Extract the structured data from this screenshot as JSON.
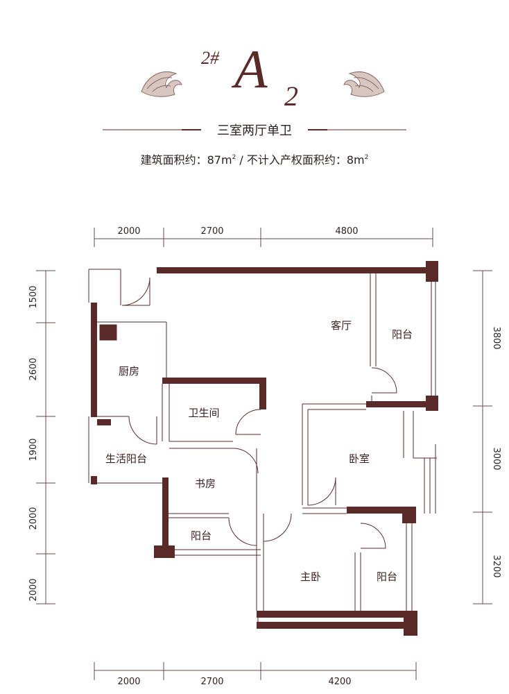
{
  "header": {
    "building": "2#",
    "unit_letter": "A",
    "unit_number": "2",
    "layout": "三室两厅单卫",
    "area_line": {
      "built_label": "建筑面积约：87m",
      "built_sup": "2",
      "separator": " / ",
      "extra_label": "不计入产权面积约：8m",
      "extra_sup": "2"
    },
    "colors": {
      "brand": "#5a2a28",
      "ornament": "#c9b4ae"
    }
  },
  "rooms": {
    "living": "客厅",
    "balcony_living": "阳台",
    "kitchen": "厨房",
    "bathroom": "卫生间",
    "bedroom": "卧室",
    "utility_balcony": "生活阳台",
    "study": "书房",
    "study_balcony": "阳台",
    "master": "主卧",
    "master_balcony": "阳台"
  },
  "dimensions": {
    "top": [
      "2000",
      "2700",
      "4800"
    ],
    "bottom": [
      "2000",
      "2700",
      "4200"
    ],
    "left": [
      "1500",
      "2600",
      "1900",
      "2000",
      "2000"
    ],
    "right": [
      "3800",
      "3000",
      "3200"
    ]
  }
}
